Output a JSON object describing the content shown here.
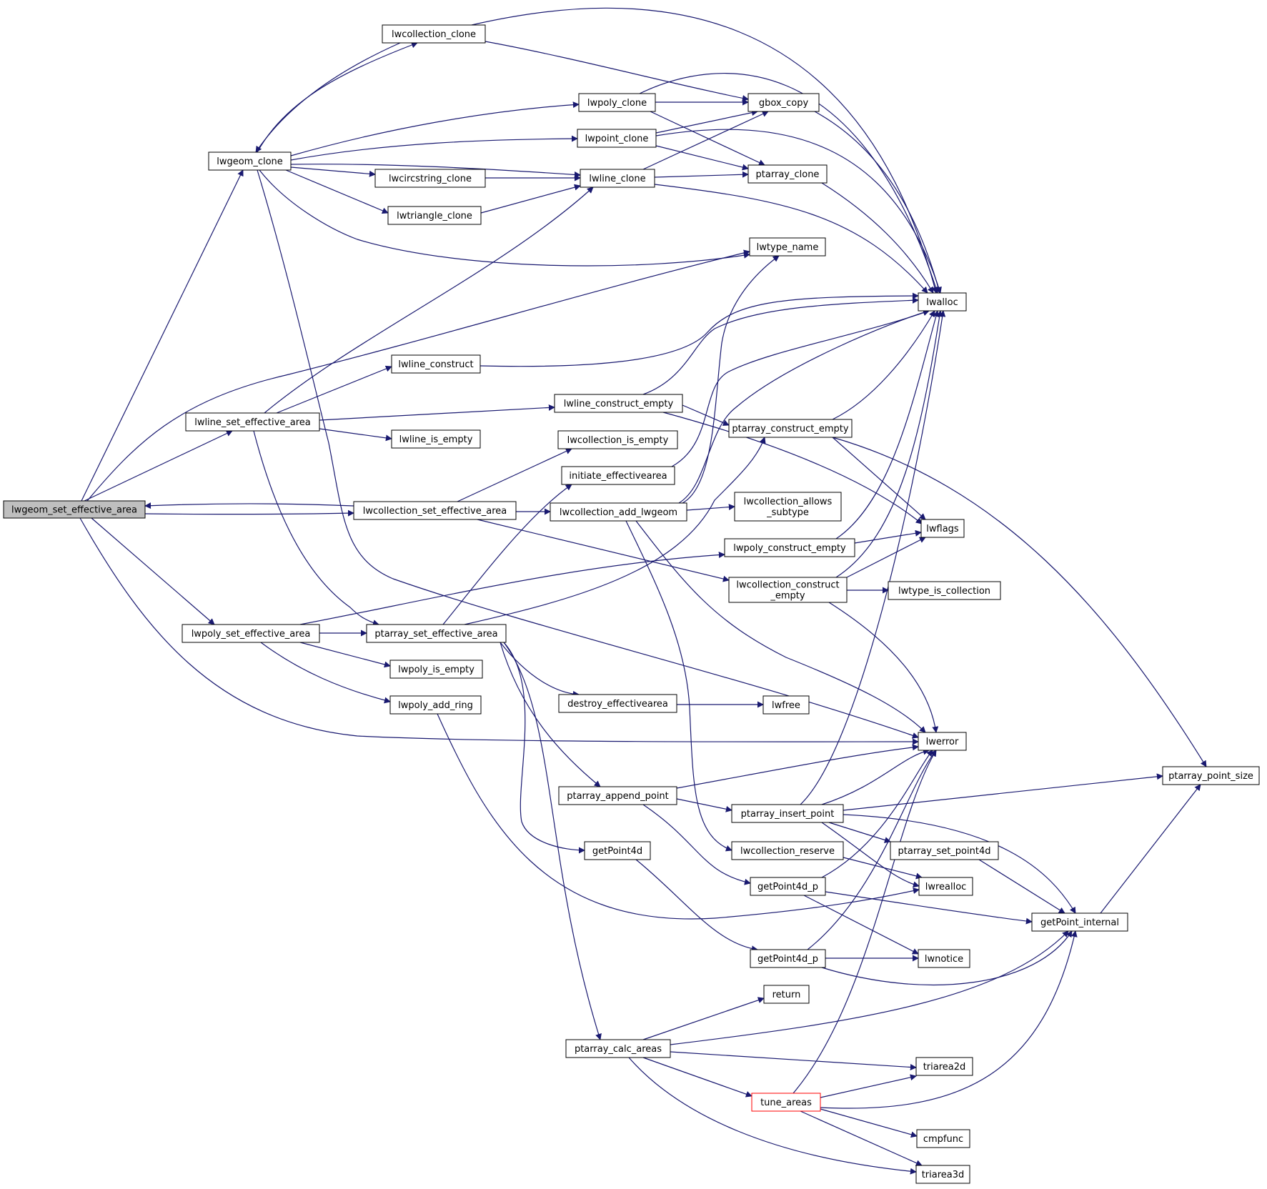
{
  "colors": {
    "edge": "#191970",
    "root_fill": "#bfbfbf",
    "node_fill": "#ffffff",
    "node_border": "#000000",
    "truncated_border": "#ff0000"
  },
  "nodes": [
    {
      "id": "lwgeom_set_effective_area",
      "label": "lwgeom_set_effective_area",
      "root": true
    },
    {
      "id": "lwcollection_clone",
      "label": "lwcollection_clone"
    },
    {
      "id": "lwgeom_clone",
      "label": "lwgeom_clone"
    },
    {
      "id": "lwpoly_clone",
      "label": "lwpoly_clone"
    },
    {
      "id": "gbox_copy",
      "label": "gbox_copy"
    },
    {
      "id": "lwpoint_clone",
      "label": "lwpoint_clone"
    },
    {
      "id": "lwcircstring_clone",
      "label": "lwcircstring_clone"
    },
    {
      "id": "lwline_clone",
      "label": "lwline_clone"
    },
    {
      "id": "ptarray_clone",
      "label": "ptarray_clone"
    },
    {
      "id": "lwtriangle_clone",
      "label": "lwtriangle_clone"
    },
    {
      "id": "lwtype_name",
      "label": "lwtype_name"
    },
    {
      "id": "lwalloc",
      "label": "lwalloc"
    },
    {
      "id": "lwline_construct",
      "label": "lwline_construct"
    },
    {
      "id": "lwline_construct_empty",
      "label": "lwline_construct_empty"
    },
    {
      "id": "lwline_set_effective_area",
      "label": "lwline_set_effective_area"
    },
    {
      "id": "ptarray_construct_empty",
      "label": "ptarray_construct_empty"
    },
    {
      "id": "lwline_is_empty",
      "label": "lwline_is_empty"
    },
    {
      "id": "lwcollection_is_empty",
      "label": "lwcollection_is_empty"
    },
    {
      "id": "initiate_effectivearea",
      "label": "initiate_effectivearea"
    },
    {
      "id": "lwcollection_set_effective_area",
      "label": "lwcollection_set_effective_area"
    },
    {
      "id": "lwcollection_add_lwgeom",
      "label": "lwcollection_add_lwgeom"
    },
    {
      "id": "lwcollection_allows_subtype",
      "label": "lwcollection_allows\n_subtype"
    },
    {
      "id": "lwflags",
      "label": "lwflags"
    },
    {
      "id": "lwpoly_construct_empty",
      "label": "lwpoly_construct_empty"
    },
    {
      "id": "lwcollection_construct_empty",
      "label": "lwcollection_construct\n_empty"
    },
    {
      "id": "lwtype_is_collection",
      "label": "lwtype_is_collection"
    },
    {
      "id": "lwpoly_set_effective_area",
      "label": "lwpoly_set_effective_area"
    },
    {
      "id": "ptarray_set_effective_area",
      "label": "ptarray_set_effective_area"
    },
    {
      "id": "lwpoly_is_empty",
      "label": "lwpoly_is_empty"
    },
    {
      "id": "destroy_effectivearea",
      "label": "destroy_effectivearea"
    },
    {
      "id": "lwfree",
      "label": "lwfree"
    },
    {
      "id": "lwpoly_add_ring",
      "label": "lwpoly_add_ring"
    },
    {
      "id": "lwerror",
      "label": "lwerror"
    },
    {
      "id": "ptarray_point_size",
      "label": "ptarray_point_size"
    },
    {
      "id": "ptarray_append_point",
      "label": "ptarray_append_point"
    },
    {
      "id": "ptarray_insert_point",
      "label": "ptarray_insert_point"
    },
    {
      "id": "getPoint4d",
      "label": "getPoint4d"
    },
    {
      "id": "lwcollection_reserve",
      "label": "lwcollection_reserve"
    },
    {
      "id": "ptarray_set_point4d",
      "label": "ptarray_set_point4d"
    },
    {
      "id": "getPoint4d_p_1",
      "label": "getPoint4d_p"
    },
    {
      "id": "lwrealloc",
      "label": "lwrealloc"
    },
    {
      "id": "getPoint_internal",
      "label": "getPoint_internal"
    },
    {
      "id": "getPoint4d_p_2",
      "label": "getPoint4d_p"
    },
    {
      "id": "lwnotice",
      "label": "lwnotice"
    },
    {
      "id": "return",
      "label": "return"
    },
    {
      "id": "ptarray_calc_areas",
      "label": "ptarray_calc_areas"
    },
    {
      "id": "triarea2d",
      "label": "triarea2d"
    },
    {
      "id": "tune_areas",
      "label": "tune_areas",
      "truncated": true
    },
    {
      "id": "cmpfunc",
      "label": "cmpfunc"
    },
    {
      "id": "triarea3d",
      "label": "triarea3d"
    }
  ]
}
